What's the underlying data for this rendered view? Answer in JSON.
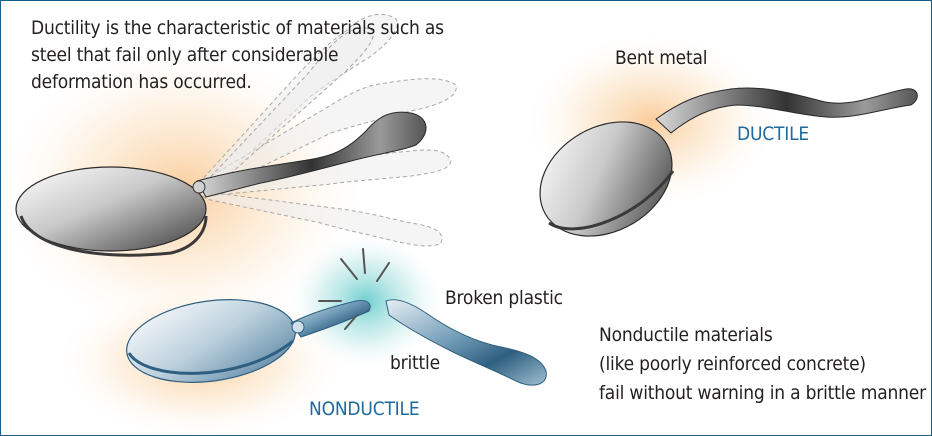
{
  "intro": {
    "lines": [
      "Ductility is the characteristic of materials such as",
      "steel that fail only after considerable",
      "deformation has occurred."
    ]
  },
  "ductile_example": {
    "caption": "Bent metal",
    "label": "DUCTILE"
  },
  "nonductile_example": {
    "caption": "Broken plastic",
    "break_label": "brittle",
    "label": "NONDUCTILE",
    "description_lines": [
      "Nonductile materials",
      "(like poorly reinforced concrete)",
      "fail without warning in a brittle manner"
    ]
  },
  "colors": {
    "frame": "#1a5f8a",
    "label_accent": "#1c6a9e",
    "glow_orange": "#f6a34a",
    "glow_teal": "#3fc0c0",
    "metal_dark": "#3a3a3a",
    "plastic_blue": "#5f8fae"
  },
  "icons": [
    "spoon-ductile-icon",
    "spoon-bent-icon",
    "spoon-broken-icon",
    "break-burst-icon"
  ]
}
